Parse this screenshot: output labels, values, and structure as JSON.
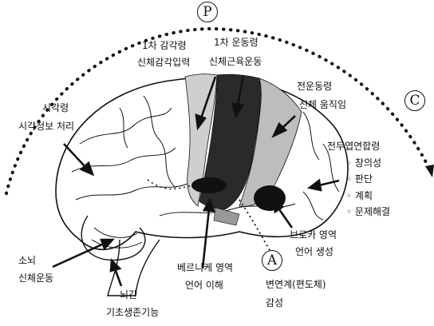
{
  "markers": {
    "p": "P",
    "c": "C",
    "a": "A"
  },
  "labels": {
    "sensory": {
      "title": "1차 감각령",
      "desc": "신체감각입력"
    },
    "motor": {
      "title": "1차 운동령",
      "desc": "신체근육운동"
    },
    "premotor": {
      "title": "전운동령",
      "desc": "신체 움직임"
    },
    "prefrontal": {
      "title": "전두엽연합령",
      "items": [
        "창의성",
        "판단",
        "계획",
        "문제해결"
      ],
      "bullet": "◦"
    },
    "visual": {
      "title": "시각령",
      "desc": "시각정보 처리"
    },
    "broca": {
      "title": "브로카 영역",
      "desc": "언어 생성"
    },
    "wernicke": {
      "title": "베르니케 영역",
      "desc": "언어 이해"
    },
    "limbic": {
      "title": "변연계(편도체)",
      "desc": "감성"
    },
    "cerebellum": {
      "title": "소뇌",
      "desc": "신체운동"
    },
    "brainstem": {
      "title": "뇌간",
      "desc": "기초생존기능"
    }
  }
}
